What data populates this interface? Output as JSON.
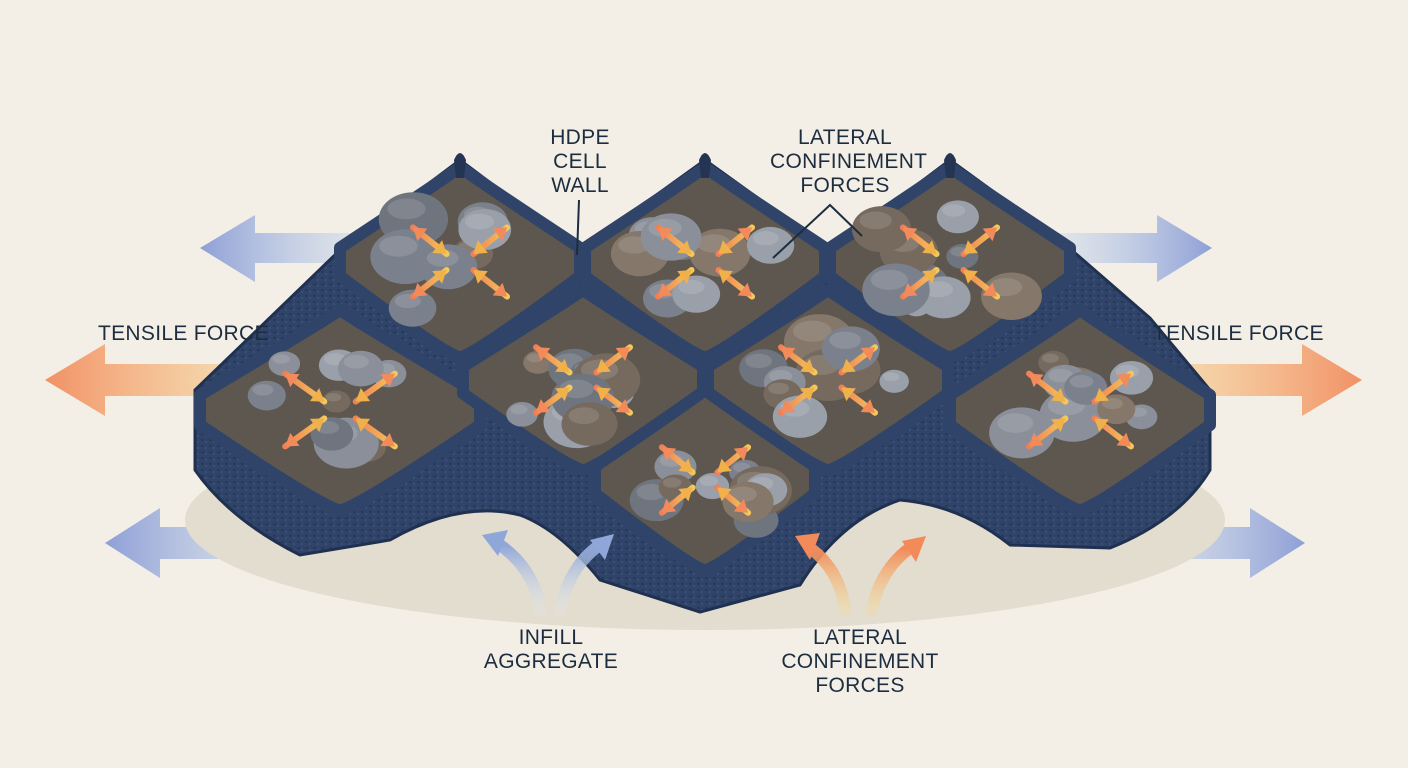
{
  "labels": {
    "hdpe": [
      "HDPE",
      "CELL",
      "WALL"
    ],
    "lateral_top": [
      "LATERAL",
      "CONFINEMENT",
      "FORCES"
    ],
    "tensile_left": "TENSILE FORCE",
    "tensile_right": "TENSILE FORCE",
    "infill": [
      "INFILL",
      "AGGREGATE"
    ],
    "lateral_bottom": [
      "LATERAL",
      "CONFINEMENT",
      "FORCES"
    ]
  },
  "colors": {
    "background": "#f3efe6",
    "cell_wall": "#2f4468",
    "cell_wall_dark": "#233553",
    "infill_soil": "#5e574f",
    "confinement_arrow": "#f0b04a",
    "confinement_arrow_tip": "#f28a5a",
    "tension_arrow_blue": "#8fa6d8",
    "tension_arrow_warm": "#f3a574"
  }
}
